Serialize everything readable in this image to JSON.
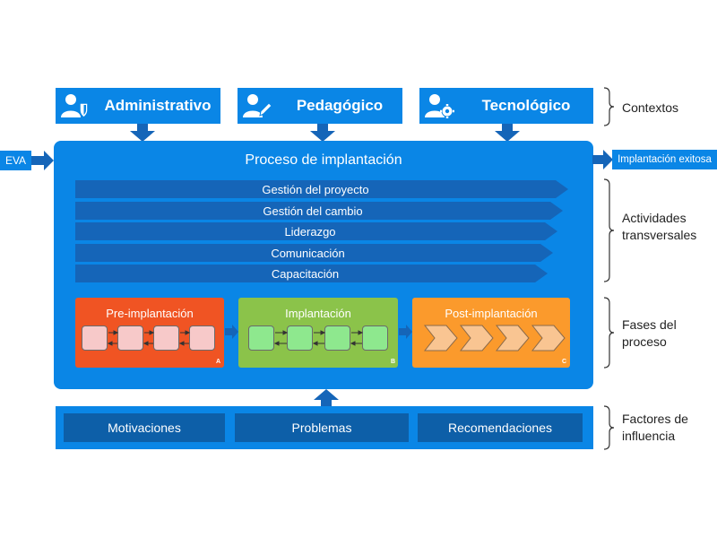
{
  "contexts": [
    {
      "label": "Administrativo",
      "icon": "user-shield-icon"
    },
    {
      "label": "Pedagógico",
      "icon": "user-pencil-icon"
    },
    {
      "label": "Tecnológico",
      "icon": "user-gear-icon"
    }
  ],
  "input_label": "EVA",
  "output_label": "Implantación exitosa",
  "process_title": "Proceso de implantación",
  "activities": [
    "Gestión del proyecto",
    "Gestión del cambio",
    "Liderazgo",
    "Comunicación",
    "Capacitación"
  ],
  "phases": [
    {
      "title": "Pre-implantación",
      "letter": "A",
      "color": "#f05423",
      "step_color": "#f7c9c9"
    },
    {
      "title": "Implantación",
      "letter": "B",
      "color": "#8bc34a",
      "step_color": "#8ee88e"
    },
    {
      "title": "Post-implantación",
      "letter": "C",
      "color": "#fb9a2c",
      "step_color": "#f9c592"
    }
  ],
  "factors": [
    "Motivaciones",
    "Problemas",
    "Recomendaciones"
  ],
  "side_labels": {
    "contexts": "Contextos",
    "activities": "Actividades transversales",
    "phases": "Fases del proceso",
    "factors": "Factores de influencia"
  },
  "colors": {
    "primary_blue": "#0a86e6",
    "dark_blue": "#0d5fa8",
    "arrow_blue": "#1565b8"
  }
}
